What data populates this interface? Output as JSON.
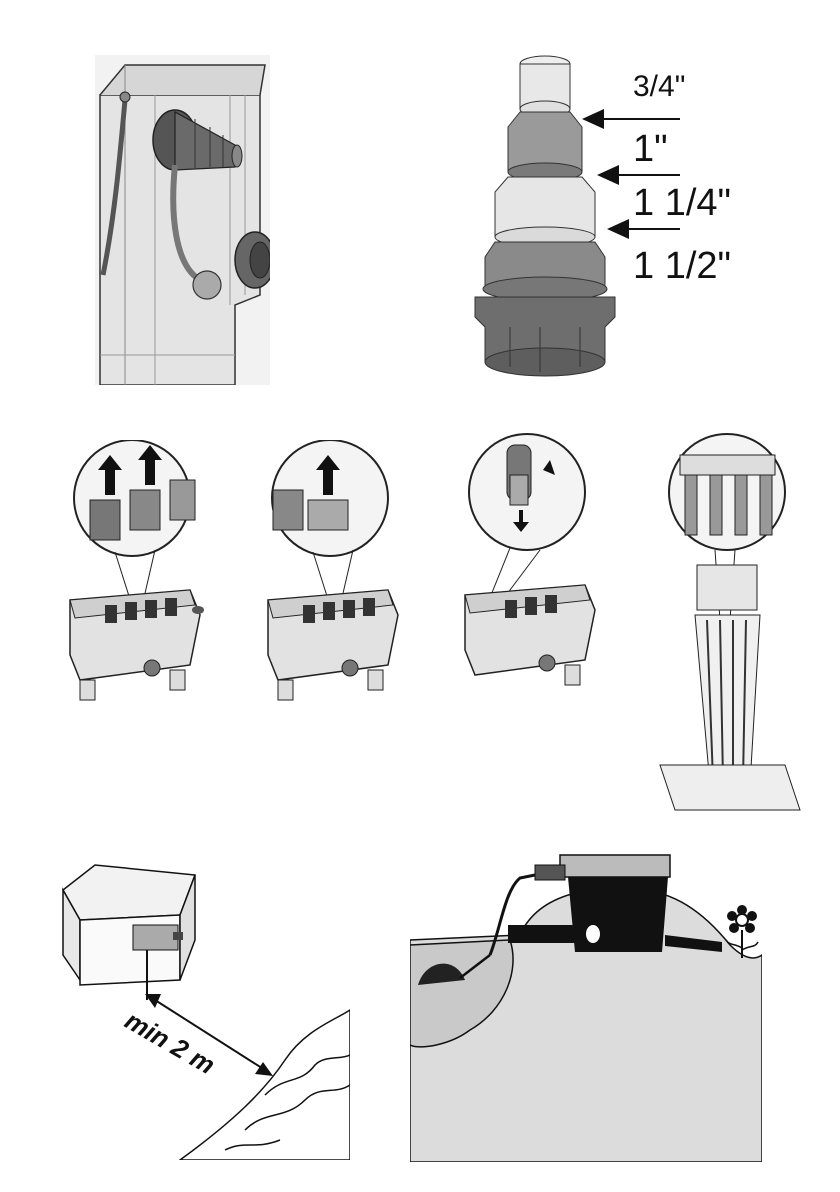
{
  "adapter_sizes": {
    "size_34": "3/4\"",
    "size_1": "1\"",
    "size_114": "1 1/4\"",
    "size_112": "1 1/2\""
  },
  "placement": {
    "distance_label": "min 2 m"
  },
  "colors": {
    "line": "#222222",
    "light_fill": "#e6e6e6",
    "mid_fill": "#b5b5b5",
    "dark_fill": "#6b6b6b",
    "ground": "#dcdcdc"
  }
}
